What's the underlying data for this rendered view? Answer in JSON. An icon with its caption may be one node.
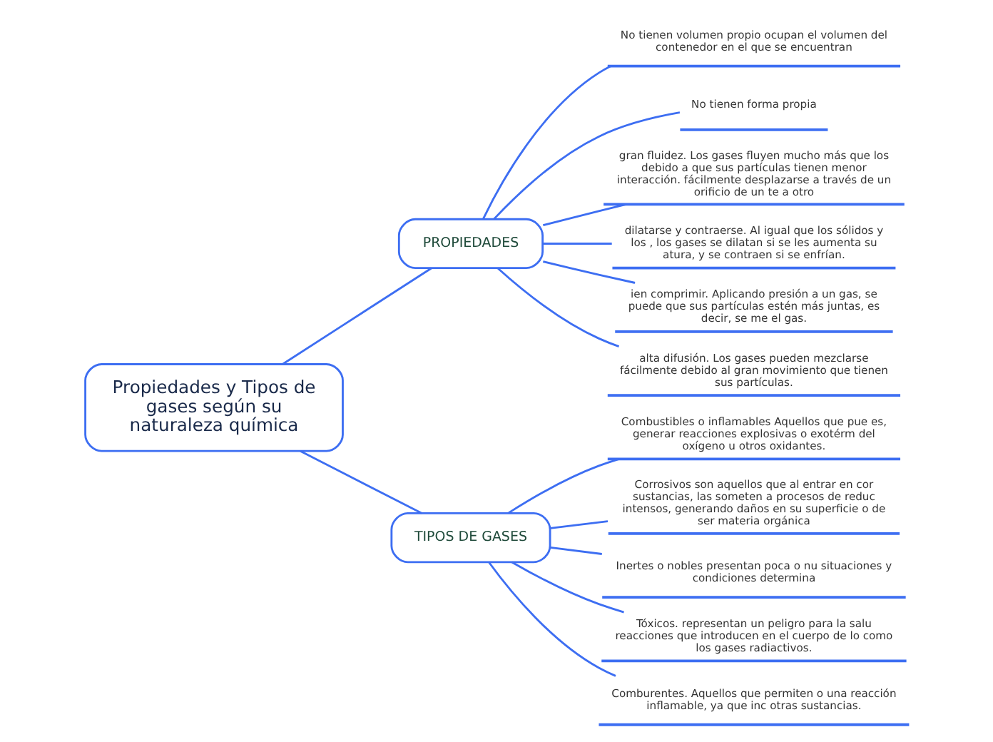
{
  "diagram": {
    "nodes": [
      {
        "text": [
          "Propiedades y Tipos de gases según su naturaleza química"
        ]
      },
      {
        "text": [
          "PROPIEDADES"
        ]
      },
      {
        "text": [
          "No tienen volumen propio ocupan el volumen del contenedor en el que se encuentran"
        ]
      },
      {
        "text": [
          "No tienen forma propia"
        ]
      },
      {
        "text": [
          "gran fluidez. Los gases fluyen mucho más que los debido a que sus partículas tienen menor interacción. fácilmente desplazarse a través de un orificio de un te a otro"
        ]
      },
      {
        "text": [
          "dilatarse y contraerse. Al igual que los sólidos y los , los gases se dilatan si se les aumenta su atura, y se contraen si se enfrían."
        ]
      },
      {
        "text": [
          "ien comprimir. Aplicando presión a un gas, se puede que sus partículas estén más juntas, es decir, se me el gas."
        ]
      },
      {
        "text": [
          "alta difusión. Los gases pueden mezclarse fácilmente debido al gran movimiento que tienen sus partículas."
        ]
      },
      {
        "text": [
          "TIPOS DE GASES"
        ]
      },
      {
        "text": [
          "Combustibles o inflamables Aquellos que pue es, generar reacciones explosivas o exotérm del oxígeno u otros oxidantes."
        ]
      },
      {
        "text": [
          "Corrosivos son aquellos que al entrar en cor sustancias, las someten a procesos de reduc intensos, generando daños en su superficie o de ser materia orgánica"
        ]
      },
      {
        "text": [
          "Inertes o nobles presentan poca o nu situaciones y condiciones determina"
        ]
      },
      {
        "text": [
          "Tóxicos. representan un peligro para la salu reacciones que introducen en el cuerpo de lo como los gases radiactivos."
        ]
      },
      {
        "text": [
          "Comburentes. Aquellos que permiten o una reacción inflamable, ya que inc otras sustancias."
        ]
      }
    ],
    "edges": [
      {
        "from": 0,
        "to": 1,
        "arrow": "none"
      },
      {
        "from": 1,
        "to": 2,
        "arrow": "none"
      },
      {
        "from": 1,
        "to": 3,
        "arrow": "none"
      },
      {
        "from": 1,
        "to": 4,
        "arrow": "none"
      },
      {
        "from": 1,
        "to": 5,
        "arrow": "none"
      },
      {
        "from": 1,
        "to": 6,
        "arrow": "none"
      },
      {
        "from": 1,
        "to": 7,
        "arrow": "none"
      },
      {
        "from": 0,
        "to": 8,
        "arrow": "none"
      },
      {
        "from": 8,
        "to": 9,
        "arrow": "none"
      },
      {
        "from": 8,
        "to": 10,
        "arrow": "none"
      },
      {
        "from": 8,
        "to": 11,
        "arrow": "none"
      },
      {
        "from": 8,
        "to": 12,
        "arrow": "none"
      },
      {
        "from": 8,
        "to": 13,
        "arrow": "none"
      }
    ]
  }
}
